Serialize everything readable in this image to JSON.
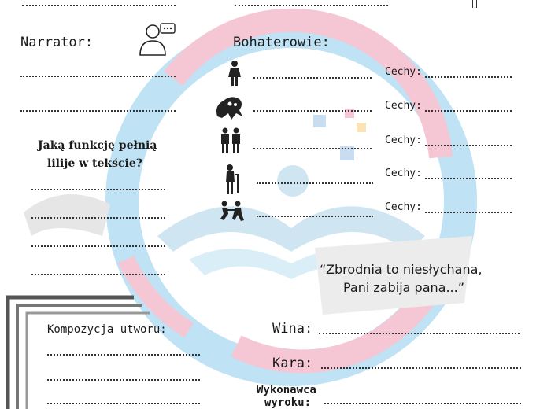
{
  "narrator": {
    "label": "Narrator:"
  },
  "bohaterowie": {
    "label": "Bohaterowie:"
  },
  "cechy": [
    {
      "label": "Cechy:"
    },
    {
      "label": "Cechy:"
    },
    {
      "label": "Cechy:"
    },
    {
      "label": "Cechy:"
    },
    {
      "label": "Cechy:"
    }
  ],
  "lilie": {
    "line1": "Jaką funkcję pełnią",
    "line2": "lilije w tekście?"
  },
  "quote": {
    "line1": "“Zbrodnia to niesłychana,",
    "line2": "Pani zabija pana...”"
  },
  "kompozycja": {
    "label": "Kompozycja utworu:"
  },
  "wina": {
    "label": "Wina:"
  },
  "kara": {
    "label": "Kara:"
  },
  "wykonawca": {
    "line1": "Wykonawca",
    "line2": "wyroku:"
  },
  "icons": {
    "narrator": "person-speech-icon",
    "hero1": "woman-icon",
    "hero2": "ghost-icon",
    "hero3": "two-men-icon",
    "hero4": "old-man-cane-icon",
    "hero5": "children-icon"
  },
  "colors": {
    "blue": "#bfe3f5",
    "pink": "#f5c6d3",
    "ink": "#1a1a1a"
  }
}
